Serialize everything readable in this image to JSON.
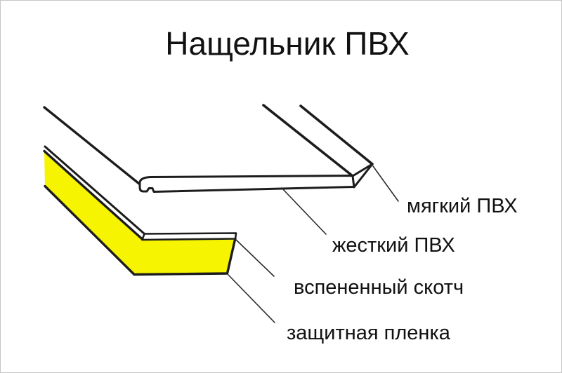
{
  "title": "Нащельник ПВХ",
  "diagram": {
    "colors": {
      "film_yellow": "#f6f400",
      "line_black": "#1c1c1c"
    },
    "labels": {
      "soft_pvc": "мягкий ПВХ",
      "rigid_pvc": "жесткий ПВХ",
      "foam_tape": "вспененный скотч",
      "protective_film": "защитная пленка"
    }
  }
}
